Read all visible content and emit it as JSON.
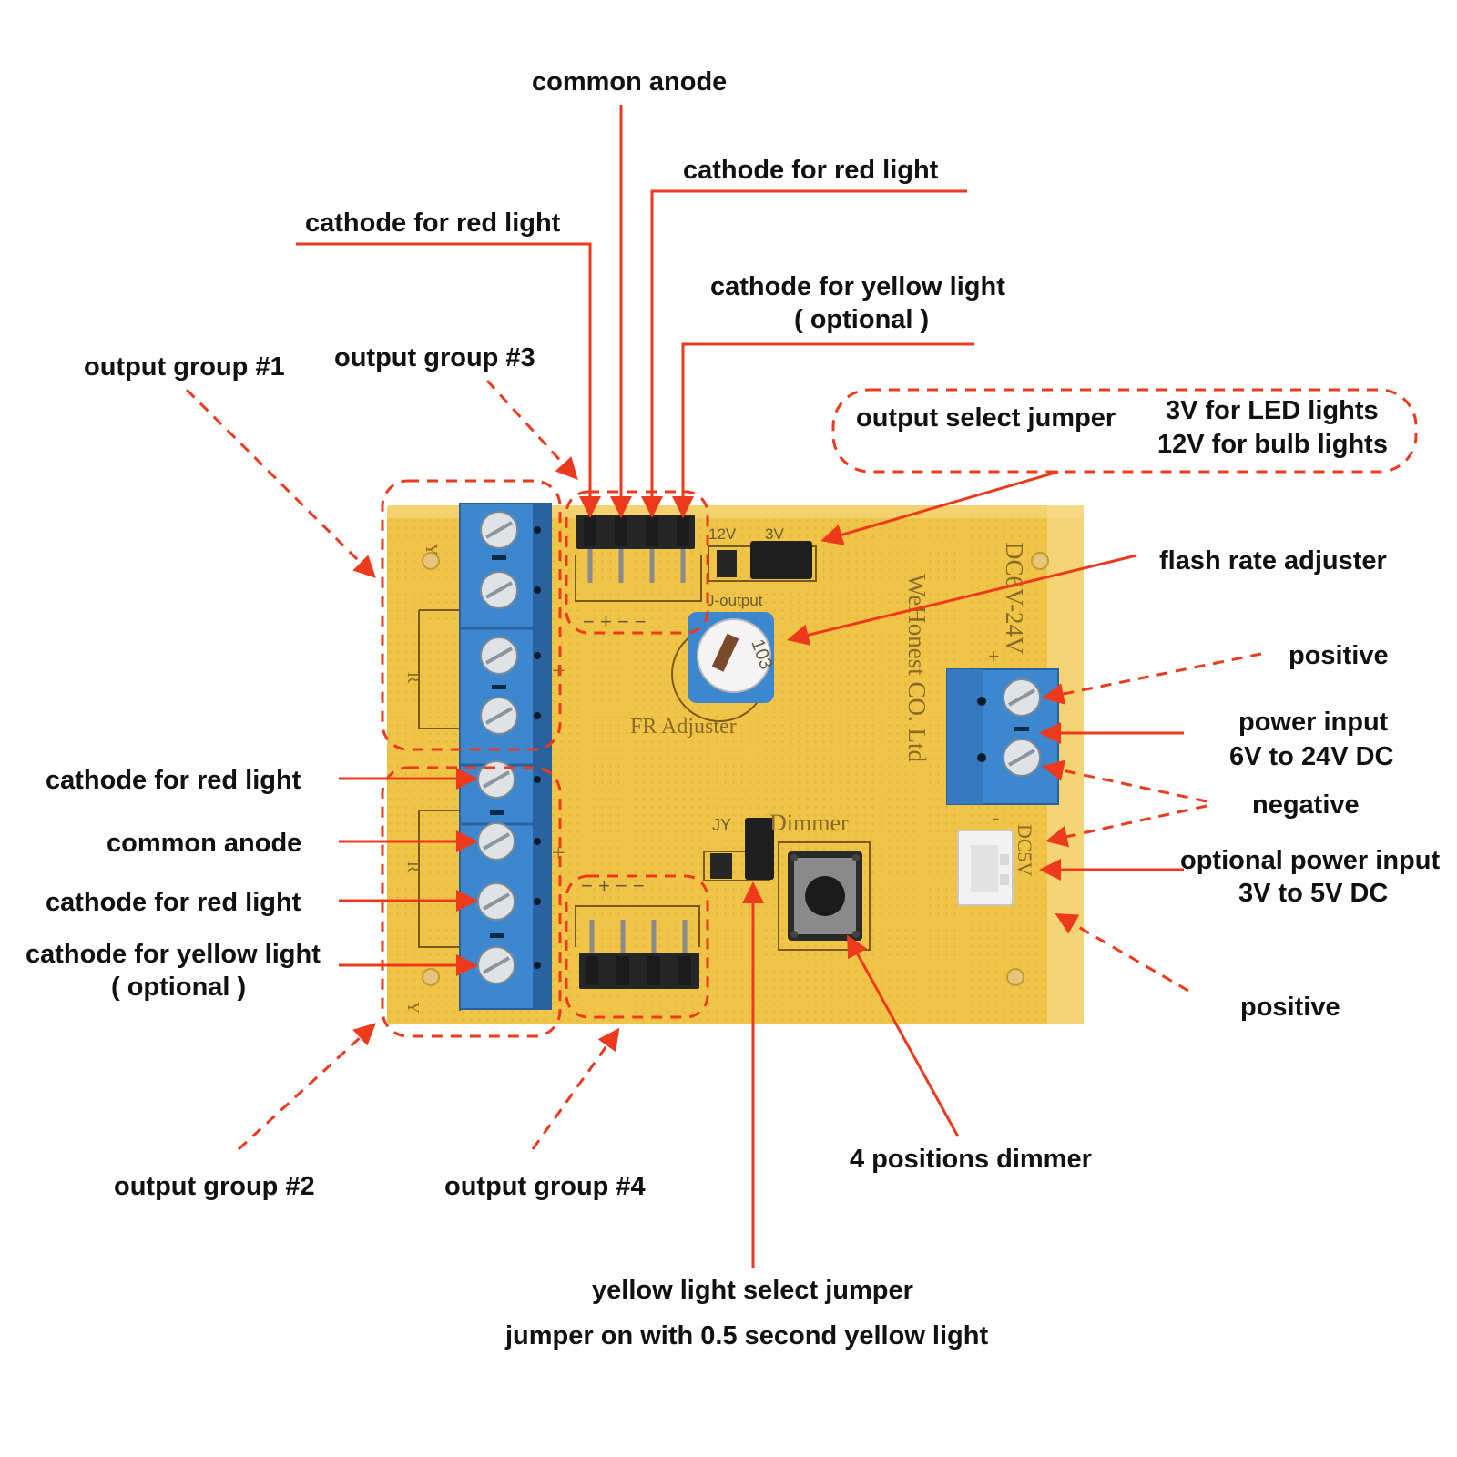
{
  "diagram": {
    "board": {
      "brand_text": "WeHonest CO. Ltd",
      "voltage_text": "DC6V-24V",
      "small_voltage_text": "DC5V",
      "adjuster_silk": "FR Adjuster",
      "dimmer_silk": "Dimmer",
      "jumper_silk": "J-output",
      "jy_silk": "JY",
      "silk_12v": "12V",
      "silk_3v": "3V",
      "pot_marking": "103",
      "silk_y": "Y",
      "silk_r": "R",
      "silk_plus": "+",
      "silk_minus": "-",
      "pcb_color": "#f0c447",
      "terminal_color": "#3d87cf",
      "accent_color": "#ee3a1c"
    },
    "labels": {
      "common_anode_top": "common anode",
      "cathode_red_top_right": "cathode for red light",
      "cathode_red_top_left": "cathode for red light",
      "cathode_yellow_top_line1": "cathode for yellow light",
      "cathode_yellow_top_line2": "( optional )",
      "output_group_1": "output group #1",
      "output_group_3": "output group #3",
      "output_select_jumper": "output select jumper",
      "jumper_3v": "3V for LED lights",
      "jumper_12v": "12V for bulb lights",
      "flash_rate_adjuster": "flash rate adjuster",
      "positive_top": "positive",
      "power_input_line1": "power input",
      "power_input_line2": "6V to 24V DC",
      "negative": "negative",
      "optional_power_line1": "optional power input",
      "optional_power_line2": "3V to 5V DC",
      "positive_bottom": "positive",
      "cathode_red_left_1": "cathode for red light",
      "common_anode_left": "common anode",
      "cathode_red_left_2": "cathode for red light",
      "cathode_yellow_left_line1": "cathode for yellow light",
      "cathode_yellow_left_line2": "( optional )",
      "output_group_2": "output group #2",
      "output_group_4": "output group #4",
      "dimmer_4_positions": "4 positions dimmer",
      "yellow_select_line1": "yellow light select jumper",
      "yellow_select_line2": "jumper on with 0.5 second yellow light"
    }
  }
}
